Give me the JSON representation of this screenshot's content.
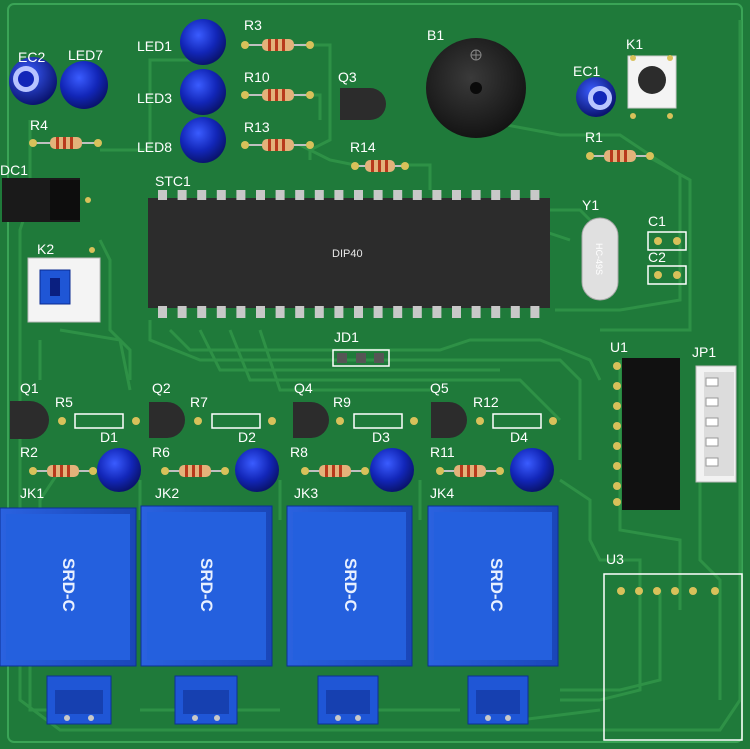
{
  "labels": {
    "ec2": "EC2",
    "led7": "LED7",
    "led1": "LED1",
    "led3": "LED3",
    "led8": "LED8",
    "r3": "R3",
    "r10": "R10",
    "r13": "R13",
    "q3": "Q3",
    "b1": "B1",
    "k1": "K1",
    "ec1": "EC1",
    "r4": "R4",
    "r14": "R14",
    "r1": "R1",
    "dc1": "DC1",
    "stc1": "STC1",
    "y1": "Y1",
    "c1": "C1",
    "c2": "C2",
    "k2": "K2",
    "jd1": "JD1",
    "u1": "U1",
    "jp1": "JP1",
    "q1": "Q1",
    "r5": "R5",
    "q2": "Q2",
    "r7": "R7",
    "q4": "Q4",
    "r9": "R9",
    "q5": "Q5",
    "r12": "R12",
    "d1": "D1",
    "d2": "D2",
    "d3": "D3",
    "d4": "D4",
    "r2": "R2",
    "r6": "R6",
    "r8": "R8",
    "r11": "R11",
    "jk1": "JK1",
    "jk2": "JK2",
    "jk3": "JK3",
    "jk4": "JK4",
    "u3": "U3"
  },
  "chip_text": "DIP40",
  "relay_text": "SRD-C",
  "crystal_text": "HC-49S",
  "colors": {
    "board": "#1f7a3a",
    "trace": "#2e9146",
    "relay": "#1f56d6",
    "led": "#1226b8",
    "chip": "#2c2c2c",
    "silk": "#ffffff"
  }
}
